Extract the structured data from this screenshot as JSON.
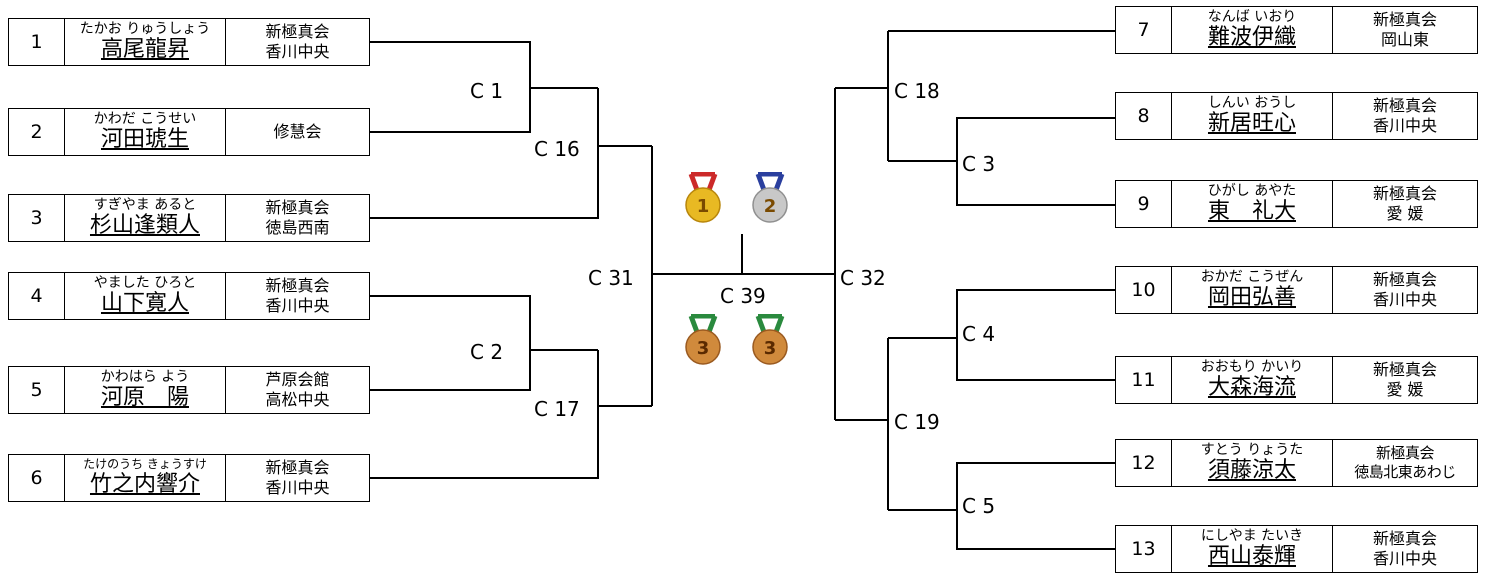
{
  "entries": [
    {
      "number": "1",
      "kana": "たかお りゅうしょう",
      "name": "高尾龍昇",
      "team1": "新極真会",
      "team2": "香川中央"
    },
    {
      "number": "2",
      "kana": "かわだ こうせい",
      "name": "河田琥生",
      "team1": "修慧会",
      "team2": ""
    },
    {
      "number": "3",
      "kana": "すぎやま あると",
      "name": "杉山逢類人",
      "team1": "新極真会",
      "team2": "徳島西南"
    },
    {
      "number": "4",
      "kana": "やました ひろと",
      "name": "山下寛人",
      "team1": "新極真会",
      "team2": "香川中央"
    },
    {
      "number": "5",
      "kana": "かわはら よう",
      "name": "河原　陽",
      "team1": "芦原会館",
      "team2": "高松中央"
    },
    {
      "number": "6",
      "kana": "たけのうち きょうすけ",
      "name": "竹之内響介",
      "team1": "新極真会",
      "team2": "香川中央"
    },
    {
      "number": "7",
      "kana": "なんば いおり",
      "name": "難波伊織",
      "team1": "新極真会",
      "team2": "岡山東"
    },
    {
      "number": "8",
      "kana": "しんい おうし",
      "name": "新居旺心",
      "team1": "新極真会",
      "team2": "香川中央"
    },
    {
      "number": "9",
      "kana": "ひがし あやた",
      "name": "東　礼大",
      "team1": "新極真会",
      "team2": "愛 媛"
    },
    {
      "number": "10",
      "kana": "おかだ こうぜん",
      "name": "岡田弘善",
      "team1": "新極真会",
      "team2": "香川中央"
    },
    {
      "number": "11",
      "kana": "おおもり かいり",
      "name": "大森海流",
      "team1": "新極真会",
      "team2": "愛 媛"
    },
    {
      "number": "12",
      "kana": "すとう りょうた",
      "name": "須藤涼太",
      "team1": "新極真会",
      "team2": "徳島北東あわじ"
    },
    {
      "number": "13",
      "kana": "にしやま たいき",
      "name": "西山泰輝",
      "team1": "新極真会",
      "team2": "香川中央"
    }
  ],
  "matches": {
    "c1": "C 1",
    "c2": "C 2",
    "c3": "C 3",
    "c4": "C 4",
    "c5": "C 5",
    "c16": "C 16",
    "c17": "C 17",
    "c18": "C 18",
    "c19": "C 19",
    "c31": "C 31",
    "c32": "C 32",
    "c39": "C 39"
  },
  "medals": [
    {
      "label": "1",
      "place": "gold",
      "ribbon": "#cc2a2a",
      "fill": "#e8b923"
    },
    {
      "label": "2",
      "place": "silver",
      "ribbon": "#2a3f9e",
      "fill": "#c8c8c8"
    },
    {
      "label": "3",
      "place": "bronze",
      "ribbon": "#2a8a3e",
      "fill": "#d08a3c"
    },
    {
      "label": "3",
      "place": "bronze",
      "ribbon": "#2a8a3e",
      "fill": "#d08a3c"
    }
  ]
}
